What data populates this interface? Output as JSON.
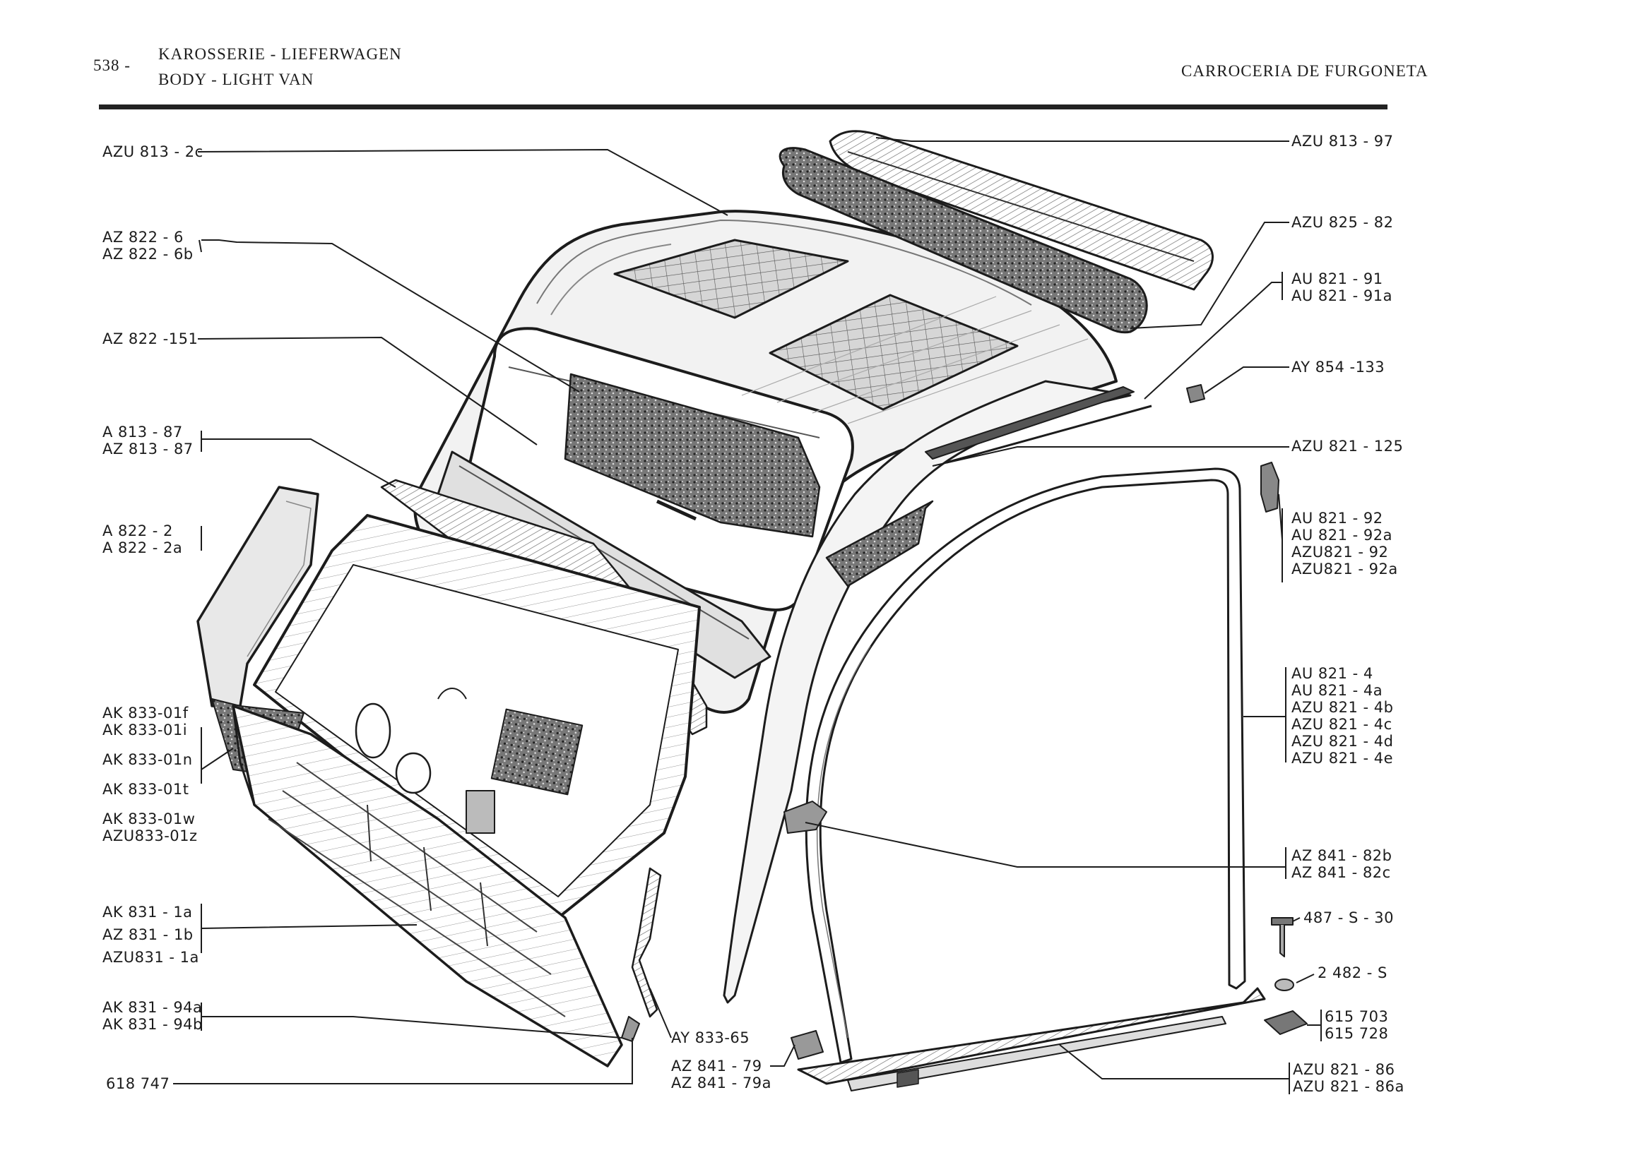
{
  "header": {
    "page_number": "538 -",
    "title_de": "KAROSSERIE - LIEFERWAGEN",
    "title_en": "BODY - LIGHT VAN",
    "title_es": "CARROCERIA DE FURGONETA"
  },
  "labels": {
    "azu813_2c": [
      "AZU 813 - 2c"
    ],
    "az822_6": [
      "AZ 822 - 6",
      "AZ 822 - 6b"
    ],
    "az822_151": [
      "AZ 822 -151"
    ],
    "a813_87": [
      "A  813 - 87",
      "AZ 813 - 87"
    ],
    "a822_2": [
      "A  822 - 2",
      "A  822 - 2a"
    ],
    "ak833": [
      "AK 833-01f",
      "AK 833-01i",
      "AK 833-01n",
      "AK 833-01t",
      "AK 833-01w",
      "AZU833-01z"
    ],
    "ak831_1": [
      "AK 831 - 1a",
      "AZ 831 - 1b",
      "AZU831 - 1a"
    ],
    "ak831_94": [
      "AK 831 - 94a",
      "AK 831 - 94b"
    ],
    "p618747": [
      "618 747"
    ],
    "ay833_65": [
      "AY 833-65"
    ],
    "az841_79": [
      "AZ 841 - 79",
      "AZ 841 - 79a"
    ],
    "azu813_97": [
      "AZU 813 - 97"
    ],
    "azu825_82": [
      "AZU 825 - 82"
    ],
    "au821_91": [
      "AU 821 - 91",
      "AU 821 - 91a"
    ],
    "ay854_133": [
      "AY 854 -133"
    ],
    "azu821_125": [
      "AZU 821 - 125"
    ],
    "au821_92": [
      "AU 821 - 92",
      "AU 821 - 92a",
      "AZU821 - 92",
      "AZU821 - 92a"
    ],
    "au821_4": [
      "AU 821 - 4",
      "AU 821 - 4a",
      "AZU 821 - 4b",
      "AZU 821 - 4c",
      "AZU 821 - 4d",
      "AZU 821 - 4e"
    ],
    "az841_82": [
      "AZ 841 - 82b",
      "AZ 841 - 82c"
    ],
    "p487_s_30": [
      "487 - S - 30"
    ],
    "p2482_s": [
      "2 482 - S"
    ],
    "p615": [
      "615 703",
      "615 728"
    ],
    "azu821_86": [
      "AZU 821 - 86",
      "AZU 821 - 86a"
    ]
  },
  "colors": {
    "ink": "#1c1c1c",
    "shade": "#6a6a6a",
    "paper": "#ffffff"
  }
}
